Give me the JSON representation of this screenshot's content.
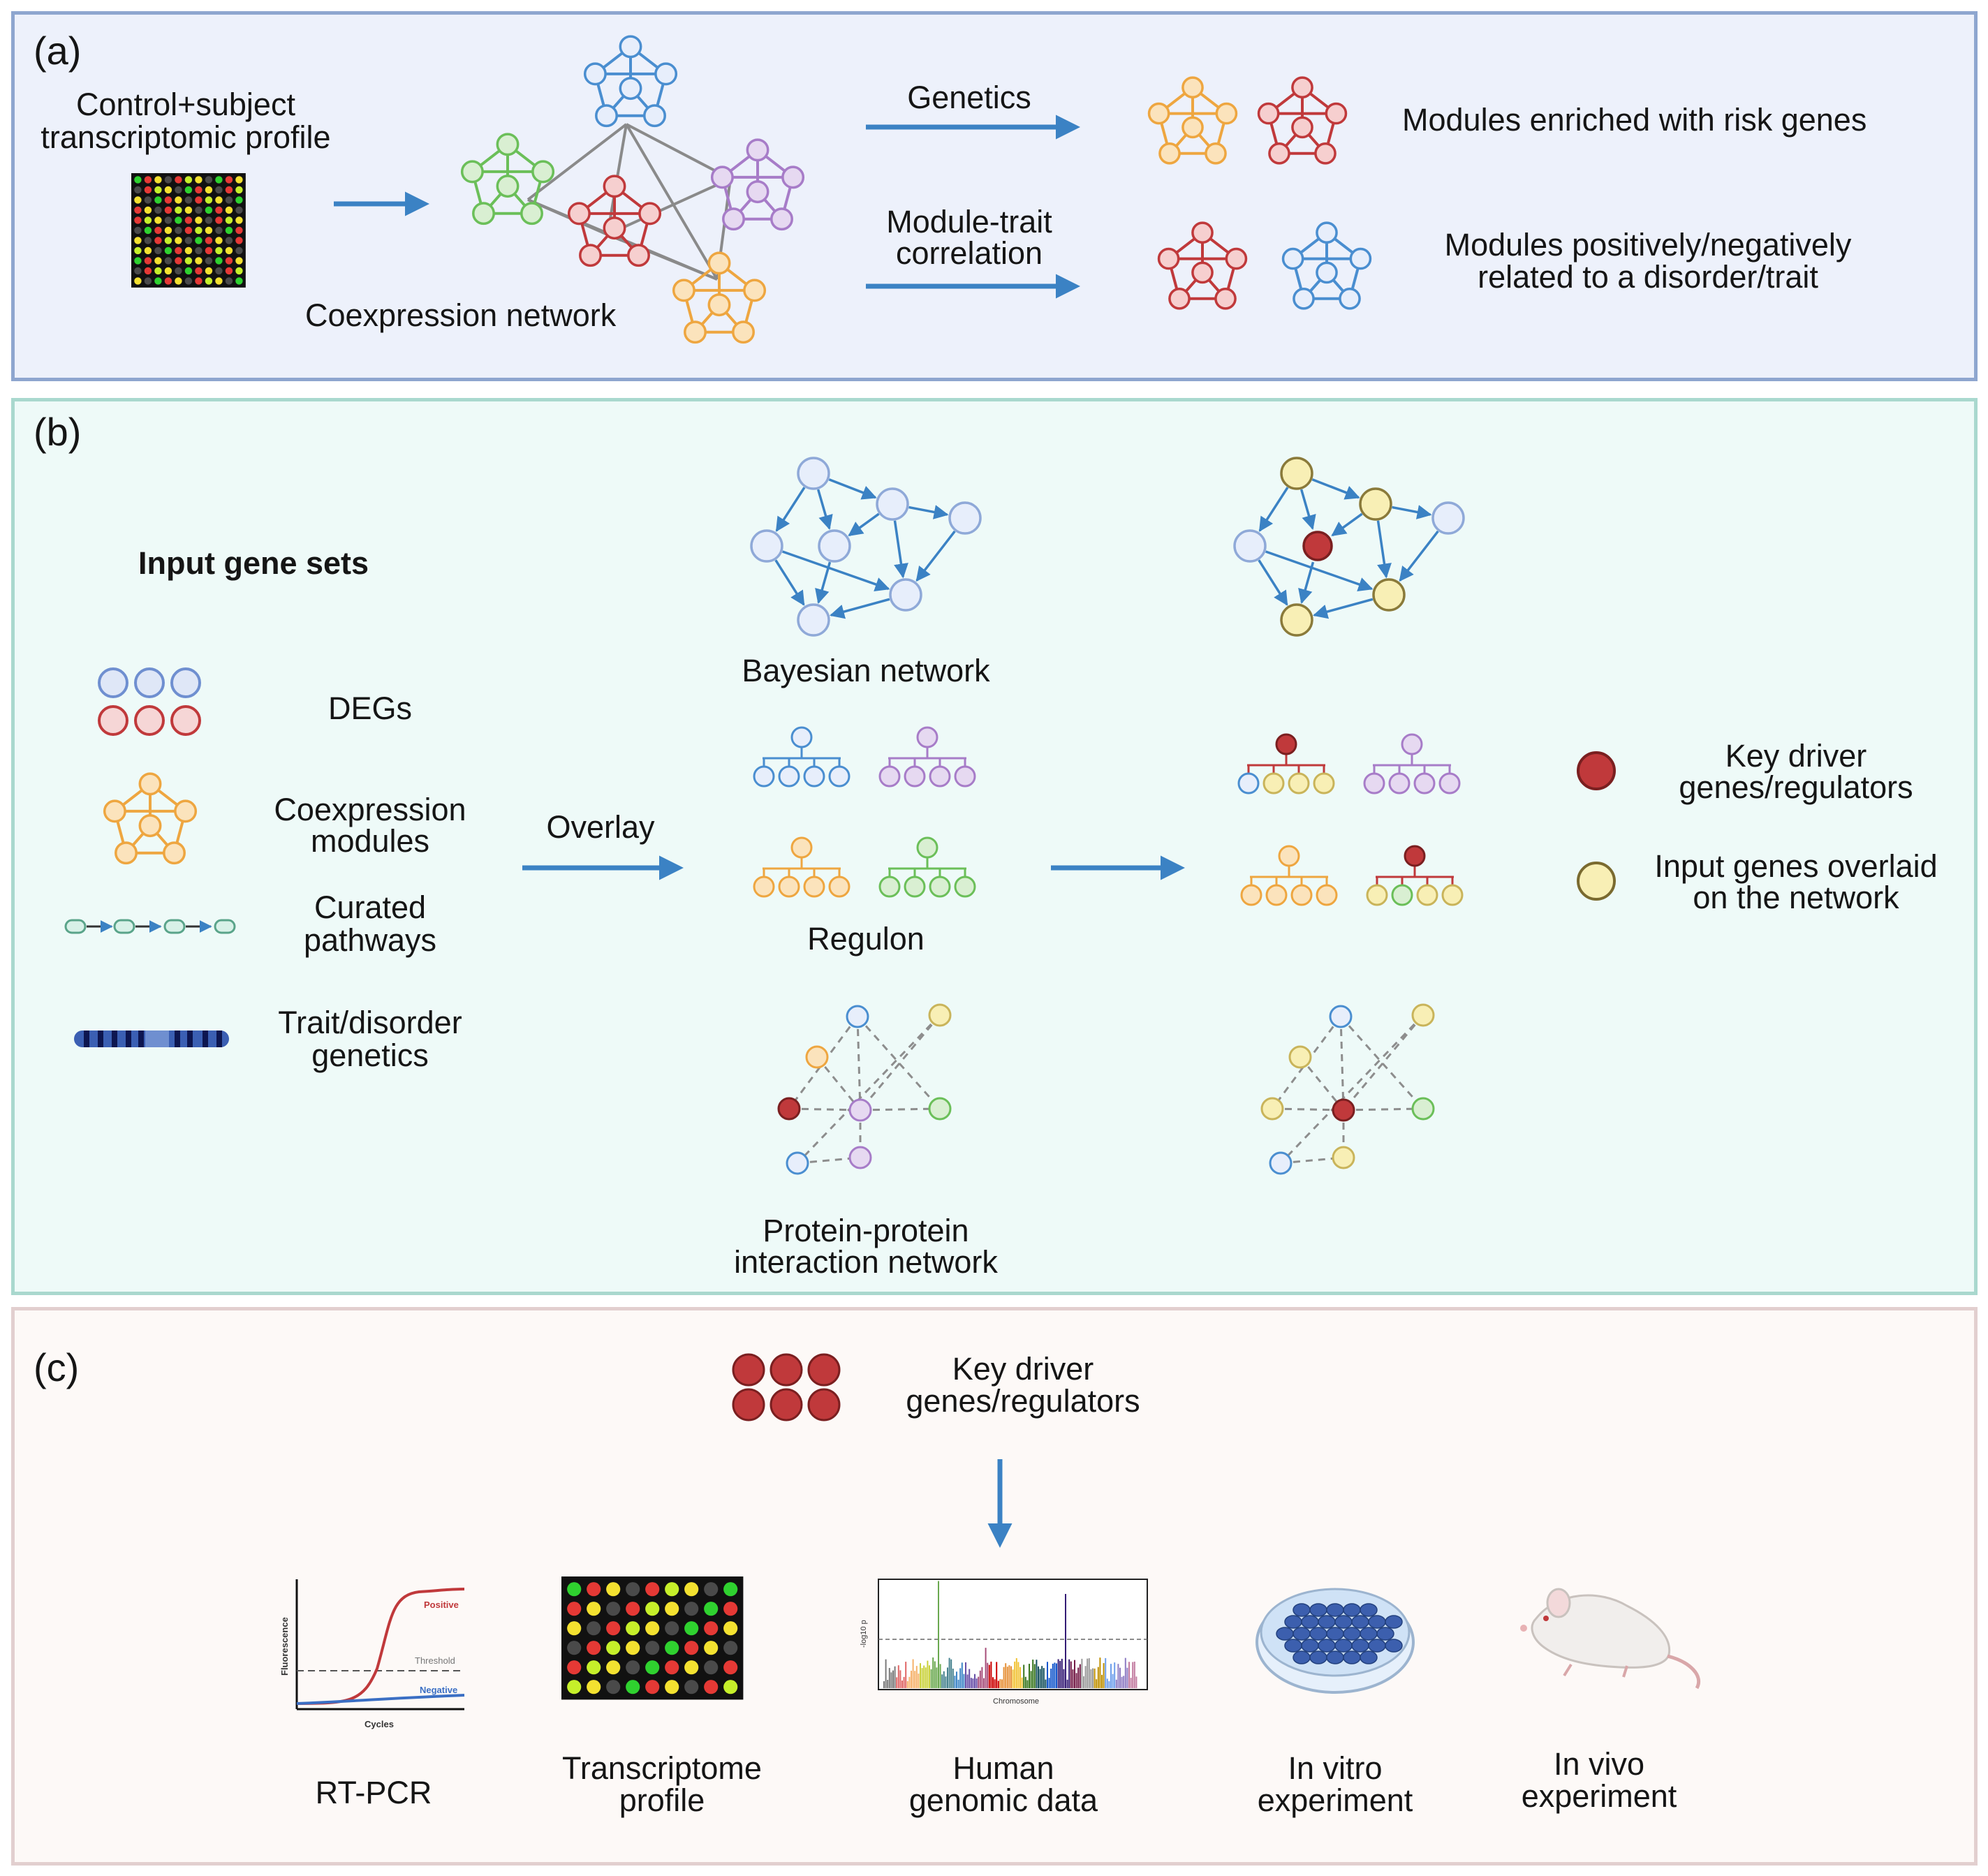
{
  "colors": {
    "panel_a_bg": "#edf1fb",
    "panel_b_bg": "#eefaf8",
    "panel_c_bg": "#fdf9f7",
    "arrow": "#3b82c4",
    "red": "#c0393b",
    "orange": "#eea640",
    "green": "#6bbf59",
    "purple": "#a77cc8",
    "blue_light": "#dfe7f7",
    "yellow": "#f3e7a6",
    "navy": "#1c2d7a"
  },
  "panel_a": {
    "label": "(a)",
    "input_label": [
      "Control+subject",
      "transcriptomic profile"
    ],
    "network_label": "Coexpression network",
    "arrow_top_label": "Genetics",
    "arrow_bottom_label": [
      "Module-trait",
      "correlation"
    ],
    "result_top": "Modules enriched with risk genes",
    "result_bottom": [
      "Modules positively/negatively",
      "related to a disorder/trait"
    ]
  },
  "panel_b": {
    "label": "(b)",
    "input_title": "Input gene sets",
    "inputs": [
      "DEGs",
      [
        "Coexpression",
        "modules"
      ],
      [
        "Curated",
        "pathways"
      ],
      [
        "Trait/disorder",
        "genetics"
      ]
    ],
    "overlay_label": "Overlay",
    "networks": [
      "Bayesian network",
      "Regulon",
      [
        "Protein-protein",
        "interaction network"
      ]
    ],
    "legend": {
      "key_driver": [
        "Key driver",
        "genes/regulators"
      ],
      "input_genes": [
        "Input genes overlaid",
        "on the network"
      ]
    }
  },
  "panel_c": {
    "label": "(c)",
    "key_label": [
      "Key driver",
      "genes/regulators"
    ],
    "methods": [
      "RT-PCR",
      [
        "Transcriptome",
        "profile"
      ],
      [
        "Human",
        "genomic data"
      ],
      [
        "In vitro",
        "experiment"
      ],
      [
        "In vivo",
        "experiment"
      ]
    ],
    "rtpcr_texts": {
      "positive": "Positive",
      "threshold": "Threshold",
      "negative": "Negative",
      "xlabel": "Cycles",
      "ylabel": "Fluorescence"
    },
    "manhattan_texts": {
      "xlabel": "Chromosome",
      "ylabel": "-log10 p"
    }
  }
}
